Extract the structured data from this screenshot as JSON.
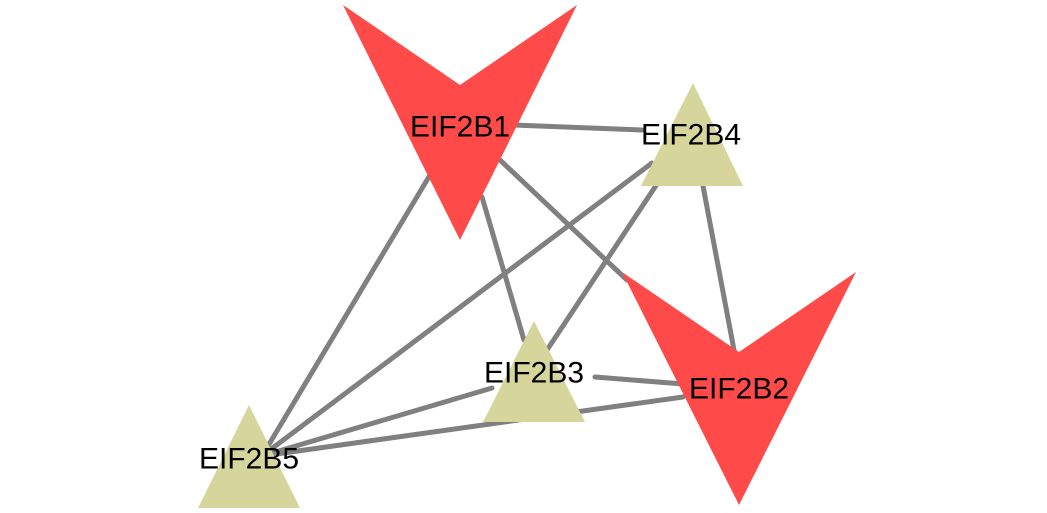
{
  "network": {
    "colors": {
      "edge": "#808080",
      "red_node": "#ff4a4a",
      "olive_node": "#d6d69c",
      "label": "#000000"
    },
    "nodes": [
      {
        "id": "EIF2B1",
        "label": "EIF2B1",
        "shape": "v-arrow",
        "color_key": "red_node"
      },
      {
        "id": "EIF2B4",
        "label": "EIF2B4",
        "shape": "triangle",
        "color_key": "olive_node"
      },
      {
        "id": "EIF2B2",
        "label": "EIF2B2",
        "shape": "v-arrow",
        "color_key": "red_node"
      },
      {
        "id": "EIF2B3",
        "label": "EIF2B3",
        "shape": "triangle",
        "color_key": "olive_node"
      },
      {
        "id": "EIF2B5",
        "label": "EIF2B5",
        "shape": "triangle",
        "color_key": "olive_node"
      }
    ],
    "edges": [
      {
        "source": "EIF2B1",
        "target": "EIF2B4"
      },
      {
        "source": "EIF2B1",
        "target": "EIF2B2"
      },
      {
        "source": "EIF2B1",
        "target": "EIF2B3"
      },
      {
        "source": "EIF2B1",
        "target": "EIF2B5"
      },
      {
        "source": "EIF2B4",
        "target": "EIF2B2"
      },
      {
        "source": "EIF2B4",
        "target": "EIF2B3"
      },
      {
        "source": "EIF2B4",
        "target": "EIF2B5"
      },
      {
        "source": "EIF2B3",
        "target": "EIF2B2"
      },
      {
        "source": "EIF2B3",
        "target": "EIF2B5"
      },
      {
        "source": "EIF2B2",
        "target": "EIF2B5"
      }
    ]
  }
}
